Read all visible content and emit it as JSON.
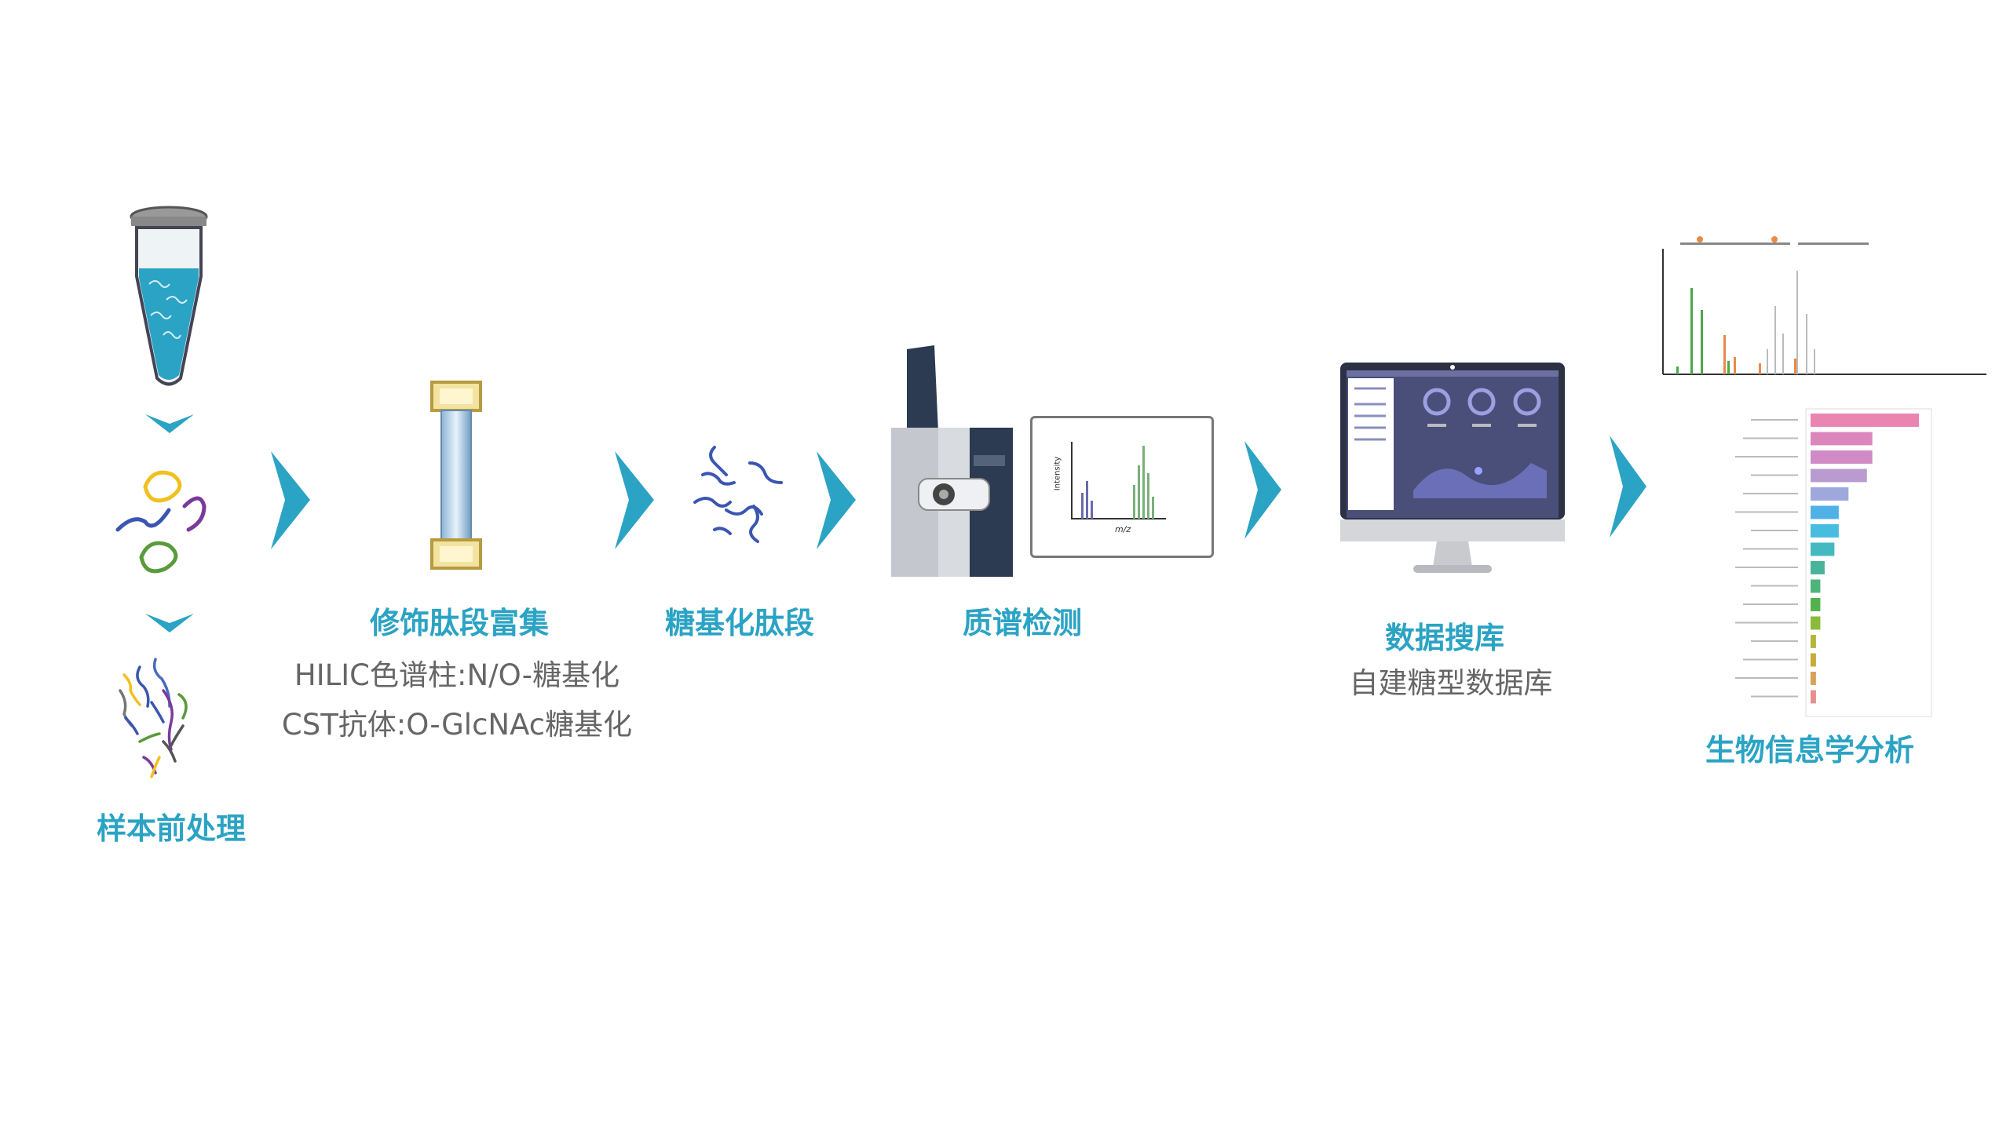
{
  "steps": [
    {
      "title": "样本前处理"
    },
    {
      "title": "修饰肽段富集",
      "lines": [
        "HILIC色谱柱:N/O-糖基化",
        "CST抗体:O-GlcNAc糖基化"
      ]
    },
    {
      "title": "糖基化肽段"
    },
    {
      "title": "质谱检测",
      "spectrum_xlabel": "m/z",
      "spectrum_ylabel": "Intensity"
    },
    {
      "title": "数据搜库",
      "lines": [
        "自建糖型数据库"
      ]
    },
    {
      "title": "生物信息学分析"
    }
  ],
  "colors": {
    "accent": "#2ba3c4",
    "subtext": "#666666"
  },
  "chart_data": {
    "type": "bar",
    "orientation": "horizontal",
    "values": [
      100,
      57,
      57,
      52,
      35,
      26,
      26,
      22,
      13,
      9,
      9,
      9,
      5,
      5,
      5,
      5
    ],
    "colors": [
      "#e985b0",
      "#dc86be",
      "#d08ac6",
      "#b99bd0",
      "#9ea8dc",
      "#4fb1e8",
      "#48bde0",
      "#44b9c0",
      "#49b49a",
      "#4cb57c",
      "#52b34d",
      "#8bbb3a",
      "#b6b53b",
      "#c9ab3c",
      "#d9a05a",
      "#e68f8f"
    ]
  }
}
